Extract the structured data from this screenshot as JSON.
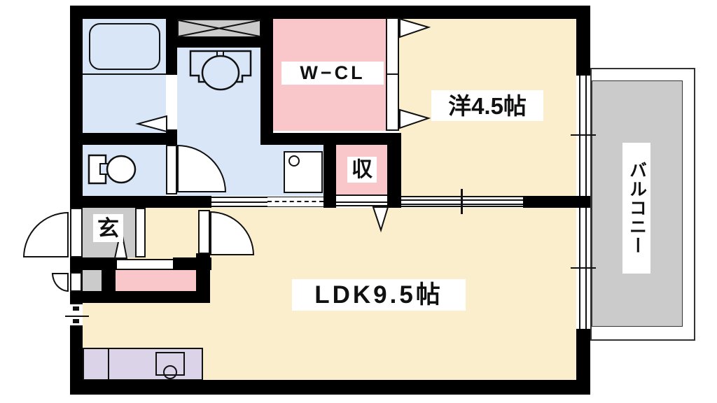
{
  "floor_plan": {
    "rooms": {
      "walk_in_closet": {
        "label": "W−CL"
      },
      "western_room": {
        "label": "洋4.5帖"
      },
      "ldk": {
        "label": "LDK9.5帖"
      },
      "storage": {
        "label": "収"
      },
      "entrance": {
        "label": "玄"
      },
      "balcony": {
        "label": "バルコニー"
      }
    },
    "colors": {
      "wall": "#000000",
      "flooring_cream": "#faeecd",
      "closet_pink": "#f9c6c9",
      "wet_area_blue": "#d8e6f8",
      "concrete_gray": "#cbcbcb",
      "kitchen_lavender": "#dbd3e8",
      "outline": "#111111"
    },
    "fixtures": [
      "bathtub",
      "washbasin",
      "toilet",
      "washing-machine-pan",
      "kitchen-counter",
      "cross-hatched-box",
      "door-swing-arcs",
      "sliding-windows"
    ]
  }
}
